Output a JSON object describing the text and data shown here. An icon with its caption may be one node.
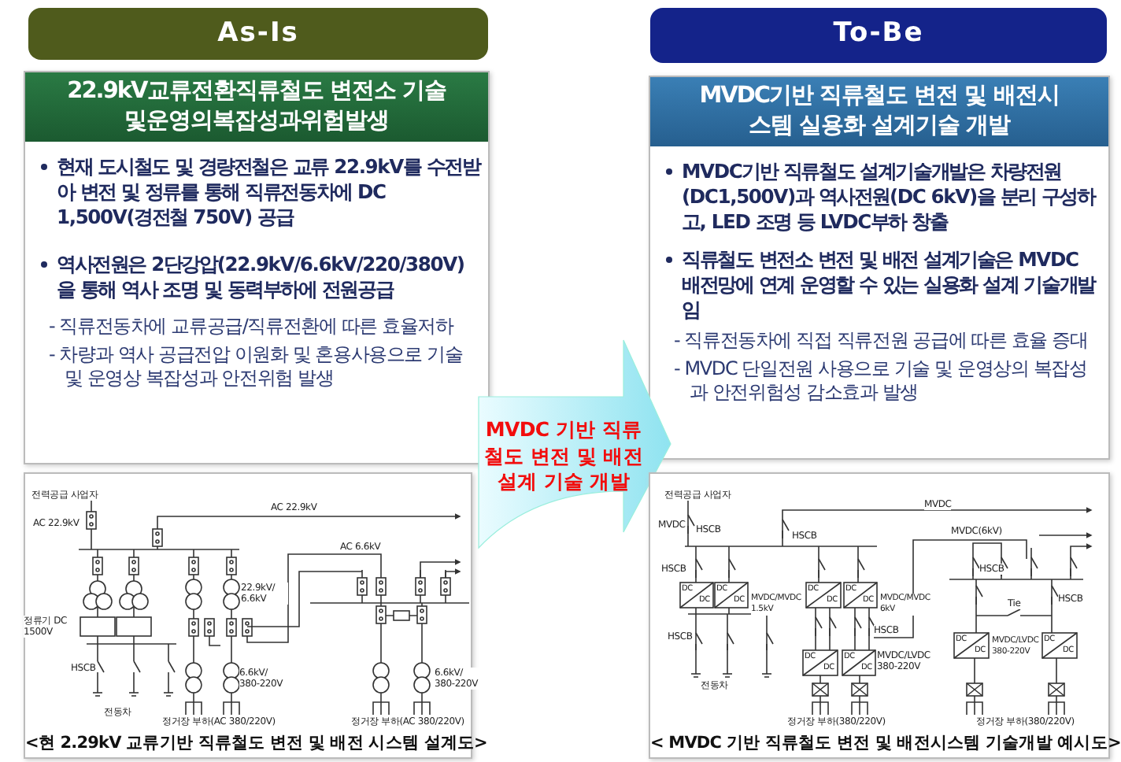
{
  "diagram": {
    "nodes": [
      {
        "text": [
          "As-Is"
        ]
      },
      {
        "text": [
          "To-Be"
        ]
      },
      {
        "text": [
          "22.9kV교류전환직류철도 변전소 기술및운영의복잡성과위험발생",
          "현재 도시철도 및 경량전철은 교류 22.9kV를 수전받아 변전 및 정류를 통해 직류전동차에 DC 1,500V(경전철 750V) 공급",
          "역사전원은 2단강압(22.9kV/6.6kV/220/380V)을 통해 역사 조명 및 동력부하에 전원공급",
          "- 직류전동차에 교류공급/직류전환에 따른 효율저하",
          "- 차량과 역사 공급전압 이원화 및 혼용사용으로 기술 및 운영상 복잡성과 안전위험 발생"
        ]
      },
      {
        "text": [
          "MVDC기반 직류철도 변전 및 배전시스템 실용화 설계기술 개발",
          "MVDC기반 직류철도 설계기술개발은 차량전원(DC1,500V)과 역사전원(DC 6kV)을 분리 구성하고, LED 조명 등 LVDC부하 창출",
          "직류철도 변전소 변전 및 배전 설계기술은 MVDC 배전망에 연계 운영할 수 있는 실용화 설계 기술개발임",
          "- 직류전동차에 직접 직류전원 공급에 따른 효율 증대",
          "- MVDC 단일전원 사용으로 기술 및 운영상의 복잡성과 안전위험성 감소효과 발생"
        ]
      },
      {
        "text": [
          "MVDC 기반 직류철도 변전 및 배전 설계 기술 개발"
        ]
      },
      {
        "text": [
          "<현 2.29kV 교류기반 직류철도 변전 및 배전 시스템 설계도>"
        ]
      },
      {
        "text": [
          "< MVDC 기반 직류철도 변전 및 배전시스템 기술개발 예시도>"
        ]
      }
    ],
    "labels": [
      "전력공급 사업자",
      "AC 22.9kV",
      "AC 22.9kV",
      "AC 6.6kV",
      "22.9kV/ 6.6kV",
      "정류기 DC 1500V",
      "HSCB",
      "6.6kV/ 380-220V",
      "6.6kV/ 380-220V",
      "전동차",
      "정거장 부하(AC 380/220V)",
      "정거장 부하(AC 380/220V)",
      "전력공급 사업자",
      "MVDC",
      "MVDC",
      "HSCB",
      "HSCB",
      "MVDC(6kV)",
      "HSCB",
      "HSCB",
      "MVDC/MVDC 1.5kV",
      "MVDC/MVDC 6kV",
      "Tie",
      "HSCB",
      "HSCB",
      "HSCB",
      "MVDC/LVDC 380-220V",
      "MVDC/LVDC 380-220V",
      "전동차",
      "정거장 부하(380/220V)",
      "정거장 부하(380/220V)",
      "DC",
      "DC",
      "DC",
      "DC",
      "DC",
      "DC",
      "DC",
      "DC",
      "DC",
      "DC",
      "DC",
      "DC",
      "DC",
      "DC",
      "DC",
      "DC"
    ]
  }
}
